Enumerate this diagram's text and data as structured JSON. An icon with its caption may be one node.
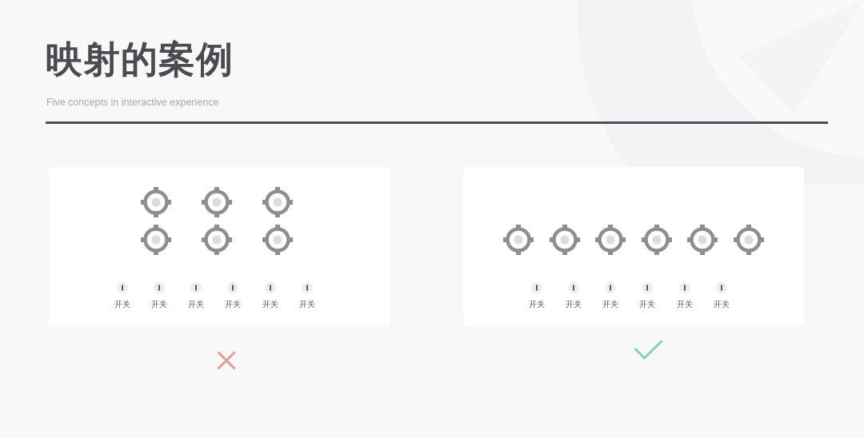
{
  "diagram": {
    "title": "映射的案例",
    "nodes": [
      {
        "text": [],
        "shape": "box"
      },
      {
        "text": [
          "开关"
        ],
        "in": 0
      },
      {
        "text": [
          "开关"
        ],
        "in": 0
      },
      {
        "text": [
          "开关"
        ],
        "in": 0
      },
      {
        "text": [
          "开关"
        ],
        "in": 0
      },
      {
        "text": [
          "开关"
        ],
        "in": 0
      },
      {
        "text": [
          "开关"
        ],
        "in": 0
      },
      {
        "text": [],
        "shape": "box"
      },
      {
        "text": [
          "开关"
        ],
        "in": 7
      },
      {
        "text": [
          "开关"
        ],
        "in": 7
      },
      {
        "text": [
          "开关"
        ],
        "in": 7
      },
      {
        "text": [
          "开关"
        ],
        "in": 7
      },
      {
        "text": [
          "开关"
        ],
        "in": 7
      },
      {
        "text": [
          "开关"
        ],
        "in": 7
      }
    ],
    "labels": [
      "Five concepts in interactive experience"
    ]
  }
}
